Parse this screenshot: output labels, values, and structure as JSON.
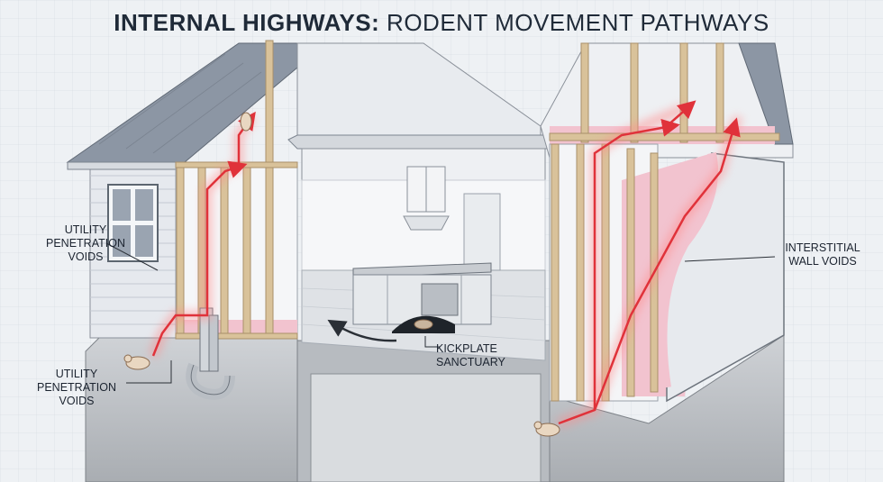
{
  "title": {
    "bold": "INTERNAL HIGHWAYS:",
    "regular": " RODENT MOVEMENT PATHWAYS"
  },
  "callouts": {
    "utility_upper": [
      "UTILITY",
      "PENETRATION",
      "VOIDS"
    ],
    "utility_lower": [
      "UTILITY",
      "PENETRATION",
      "VOIDS"
    ],
    "kickplate": [
      "KICKPLATE",
      "SANCTUARY"
    ],
    "interstitial": [
      "INTERSTITIAL",
      "WALL VOIDS"
    ]
  },
  "colors": {
    "pathway": "#e0323a",
    "glow": "#ff8a8a",
    "framing": "#d9c29a",
    "insulation": "#f2c3cf",
    "siding": "#e4e7ec",
    "roof": "#8c96a4",
    "concrete": "#c9ccd0"
  }
}
